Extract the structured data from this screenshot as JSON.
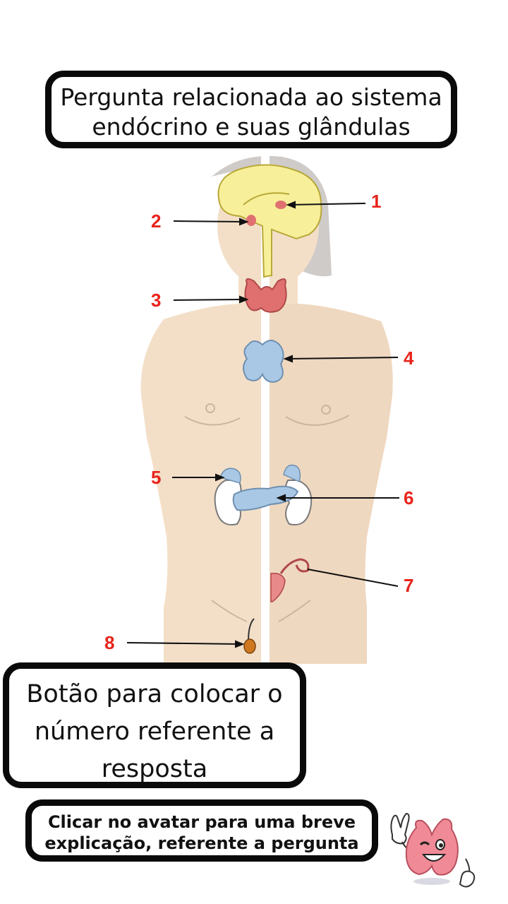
{
  "question_box": {
    "lines": [
      "Pergunta relacionada ao sistema",
      "endócrino e suas glândulas"
    ]
  },
  "diagram": {
    "labels": [
      "1",
      "2",
      "3",
      "4",
      "5",
      "6",
      "7",
      "8"
    ],
    "colors": {
      "label_red": "#e8241c",
      "skin": "#f3dfc8",
      "skin_shadow": "#e6d0b8",
      "brain": "#f8ef9a",
      "gland_red": "#e07070",
      "gland_blue": "#a9c8e6",
      "hair": "#cfcbc9"
    }
  },
  "answer_box": {
    "lines": [
      "Botão para colocar o",
      "número referente a",
      "resposta"
    ]
  },
  "avatar_hint": {
    "lines": [
      "Clicar no avatar para uma breve",
      "explicação, referente a pergunta"
    ]
  },
  "avatar": {
    "icon": "thyroid-mascot-icon"
  }
}
